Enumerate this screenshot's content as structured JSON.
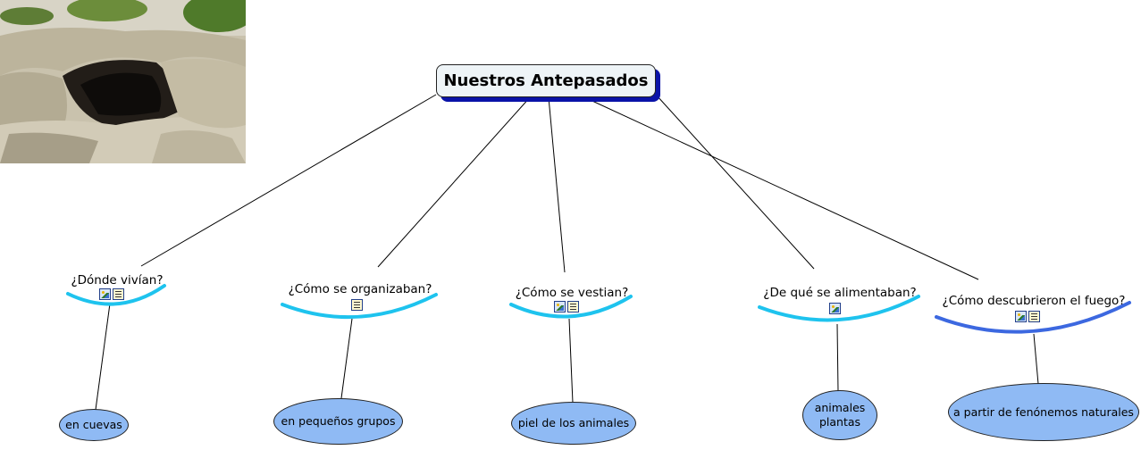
{
  "map": {
    "root": "Nuestros Antepasados",
    "photo_alt": "cave",
    "nodes": [
      {
        "question": "¿Dónde vivían?",
        "answer": "en cuevas",
        "icons": [
          "image-icon",
          "document-icon"
        ],
        "arc_color": "#1ec3ee"
      },
      {
        "question": "¿Cómo se organizaban?",
        "answer": "en pequeños grupos",
        "icons": [
          "document-icon"
        ],
        "arc_color": "#1ec3ee"
      },
      {
        "question": "¿Cómo se vestian?",
        "answer": "piel de los animales",
        "icons": [
          "image-icon",
          "document-icon"
        ],
        "arc_color": "#1ec3ee"
      },
      {
        "question": "¿De qué se alimentaban?",
        "answer": "animales\nplantas",
        "icons": [
          "image-icon"
        ],
        "arc_color": "#1ec3ee"
      },
      {
        "question": "¿Cómo descubrieron el fuego?",
        "answer": "a partir de fenónemos naturales",
        "icons": [
          "image-icon",
          "document-icon"
        ],
        "arc_color": "#3c68e0"
      }
    ]
  },
  "colors": {
    "root_shadow": "#0a13a8",
    "answer_fill": "#8fbaf4",
    "line": "#000000"
  }
}
